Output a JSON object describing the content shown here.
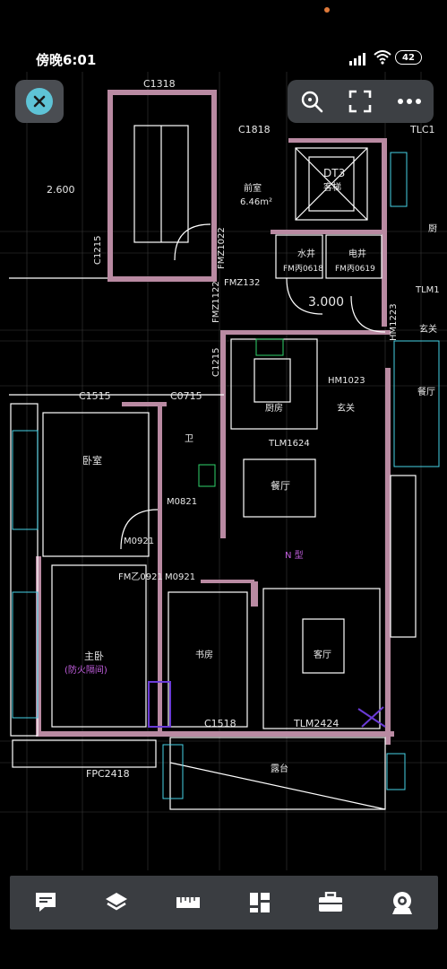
{
  "status_bar": {
    "time": "傍晚6:01",
    "battery": "42"
  },
  "plan": {
    "labels": {
      "c1318": "C1318",
      "c1818": "C1818",
      "tlc1": "TLC1",
      "h2600": "2.600",
      "dt3": "DT3",
      "elevator": "客梯",
      "lobby": "前室",
      "lobby_area": "6.46m²",
      "c1215a": "C1215",
      "fmz1022": "FMZ1022",
      "fmz1122": "FMZ1122",
      "fmz132": "FMZ132",
      "water_well": "水井",
      "elec_well": "电井",
      "fm0618": "FM丙0618",
      "fm0619": "FM丙0619",
      "tlm1": "TLM1",
      "h3000": "3.000",
      "hm1223": "HM1223",
      "kitchen_r": "厨",
      "entry_r": "玄关",
      "dining_r": "餐厅",
      "c1215b": "C1215",
      "hm1023": "HM1023",
      "c1515": "C1515",
      "c0715": "C0715",
      "kitchen": "厨房",
      "entry": "玄关",
      "wc": "卫",
      "tlm1624": "TLM1624",
      "bedroom": "卧室",
      "m0821": "M0821",
      "dining": "餐厅",
      "m0921a": "M0921",
      "type_tag": "N 型",
      "fm0921": "FM乙0921",
      "m0921b": "M0921",
      "master": "主卧",
      "fire_room": "(防火隔间)",
      "study": "书房",
      "living": "客厅",
      "c1518": "C1518",
      "tlm2424": "TLM2424",
      "fpc2418": "FPC2418",
      "balcony": "露台"
    }
  },
  "colors": {
    "wall": "#b98aa2",
    "line": "#ffffff",
    "cyan": "#46d2e6",
    "accent_close": "#5ec3d6"
  }
}
